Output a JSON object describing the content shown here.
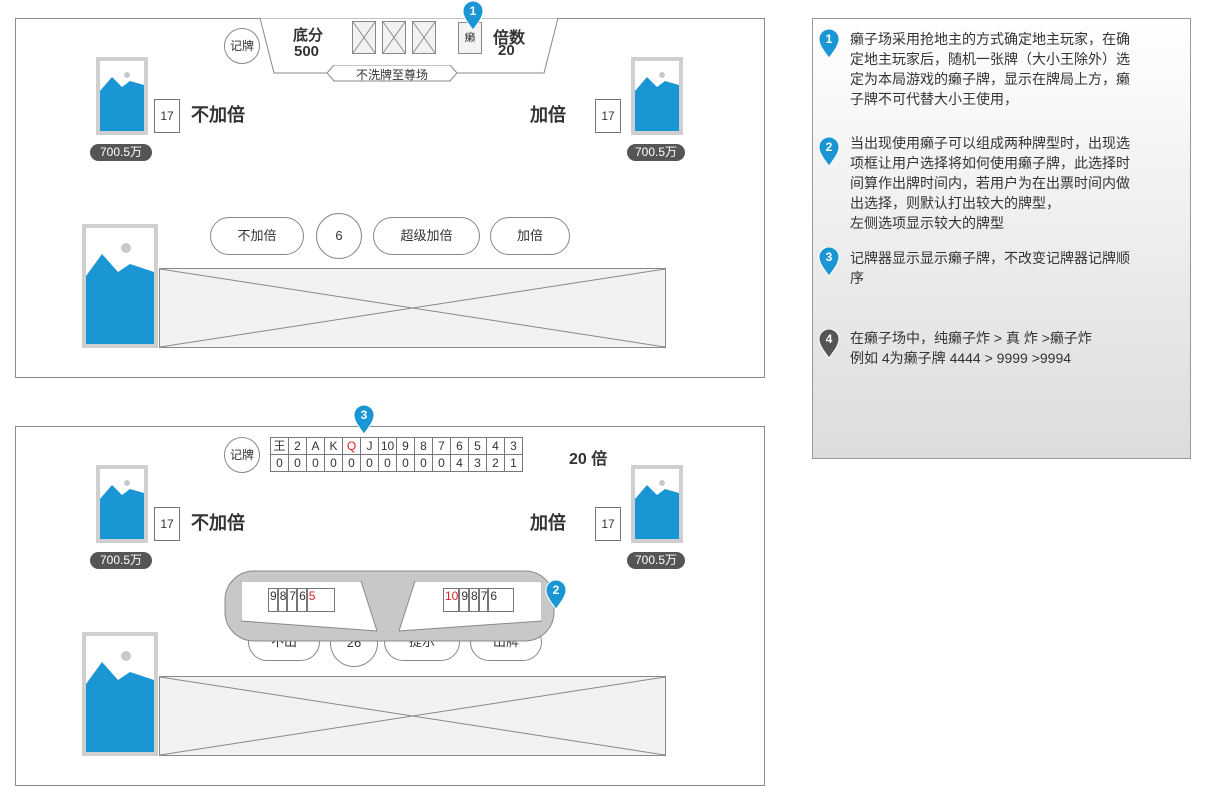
{
  "panel1": {
    "base_score_label": "底分",
    "base_score_value": "500",
    "multiplier_label": "倍数",
    "multiplier_value": "20",
    "laizi_card": "癞",
    "banner": "不洗牌至尊场",
    "jipai_label": "记牌",
    "left_player": {
      "money": "700.5万",
      "card_count": "17",
      "status": "不加倍"
    },
    "right_player": {
      "money": "700.5万",
      "card_count": "17",
      "status": "加倍"
    },
    "buttons": {
      "no_double": "不加倍",
      "timer": "6",
      "super_double": "超级加倍",
      "double": "加倍"
    },
    "marker": "1"
  },
  "panel2": {
    "jipai_label": "记牌",
    "tracker_ranks": [
      "王",
      "2",
      "A",
      "K",
      "Q",
      "J",
      "10",
      "9",
      "8",
      "7",
      "6",
      "5",
      "4",
      "3"
    ],
    "tracker_counts": [
      "0",
      "0",
      "0",
      "0",
      "0",
      "0",
      "0",
      "0",
      "0",
      "0",
      "4",
      "3",
      "2",
      "1"
    ],
    "tracker_highlight_index": 4,
    "multiplier": "20 倍",
    "left_player": {
      "money": "700.5万",
      "card_count": "17",
      "status": "不加倍"
    },
    "right_player": {
      "money": "700.5万",
      "card_count": "17",
      "status": "加倍"
    },
    "option_left": {
      "cards": [
        "9",
        "8",
        "7",
        "6"
      ],
      "laizi_card": "5"
    },
    "option_right": {
      "laizi_card": "10",
      "cards": [
        "9",
        "8",
        "7",
        "6"
      ]
    },
    "buttons": {
      "pass": "不出",
      "timer": "26",
      "hint": "提示",
      "play": "出牌"
    },
    "marker_tracker": "3",
    "marker_popup": "2"
  },
  "notes": [
    {
      "marker": "1",
      "text": "癞子场采用抢地主的方式确定地主玩家，在确\n定地主玩家后，随机一张牌（大小王除外）选\n定为本局游戏的癞子牌，显示在牌局上方，癞\n子牌不可代替大小王使用，"
    },
    {
      "marker": "2",
      "text": "当出现使用癞子可以组成两种牌型时，出现选\n项框让用户选择将如何使用癞子牌，此选择时\n间算作出牌时间内，若用户为在出票时间内做\n出选择，则默认打出较大的牌型，\n左侧选项显示较大的牌型"
    },
    {
      "marker": "3",
      "text": "记牌器显示显示癞子牌，不改变记牌器记牌顺\n序"
    },
    {
      "marker": "4",
      "text": "在癞子场中，纯癞子炸 > 真 炸 >癞子炸\n例如 4为癞子牌   4444 > 9999  >9994"
    }
  ],
  "colors": {
    "accent": "#1a96d4",
    "pin_dark": "#555555",
    "laizi_red": "#e02020"
  }
}
